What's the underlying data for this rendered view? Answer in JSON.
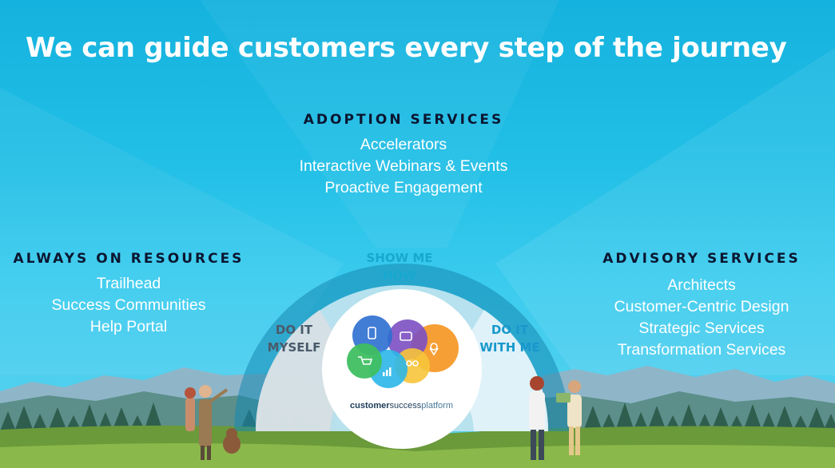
{
  "slide": {
    "title": "We can guide customers every step of the journey"
  },
  "adoption": {
    "heading": "ADOPTION SERVICES",
    "items": [
      "Accelerators",
      "Interactive Webinars & Events",
      "Proactive Engagement"
    ]
  },
  "always_on": {
    "heading": "ALWAYS ON RESOURCES",
    "items": [
      "Trailhead",
      "Success Communities",
      "Help Portal"
    ]
  },
  "advisory": {
    "heading": "ADVISORY SERVICES",
    "items": [
      "Architects",
      "Customer-Centric Design",
      "Strategic Services",
      "Transformation Services"
    ]
  },
  "wheel": {
    "show_me_line1": "SHOW ME",
    "show_me_line2": "HOW",
    "do_myself_line1": "DO IT",
    "do_myself_line2": "MYSELF",
    "do_with_me_line1": "DO IT",
    "do_with_me_line2": "WITH ME"
  },
  "logo": {
    "text_bold": "customer",
    "text_mid": "success",
    "text_light": "platform",
    "icons": [
      "phone-icon",
      "chat-icon",
      "location-pin-icon",
      "cart-icon",
      "bar-chart-icon",
      "community-icon"
    ]
  },
  "colors": {
    "sky": "#22bfe6",
    "heading": "#0b1630",
    "ring": "#1689b3",
    "logo_blue": "#2d6fd0",
    "logo_purple": "#7c4fc2",
    "logo_orange": "#f59a2a",
    "logo_green": "#3fbf62",
    "logo_yellow": "#f7c43a",
    "logo_cyan": "#2bb6e8"
  }
}
